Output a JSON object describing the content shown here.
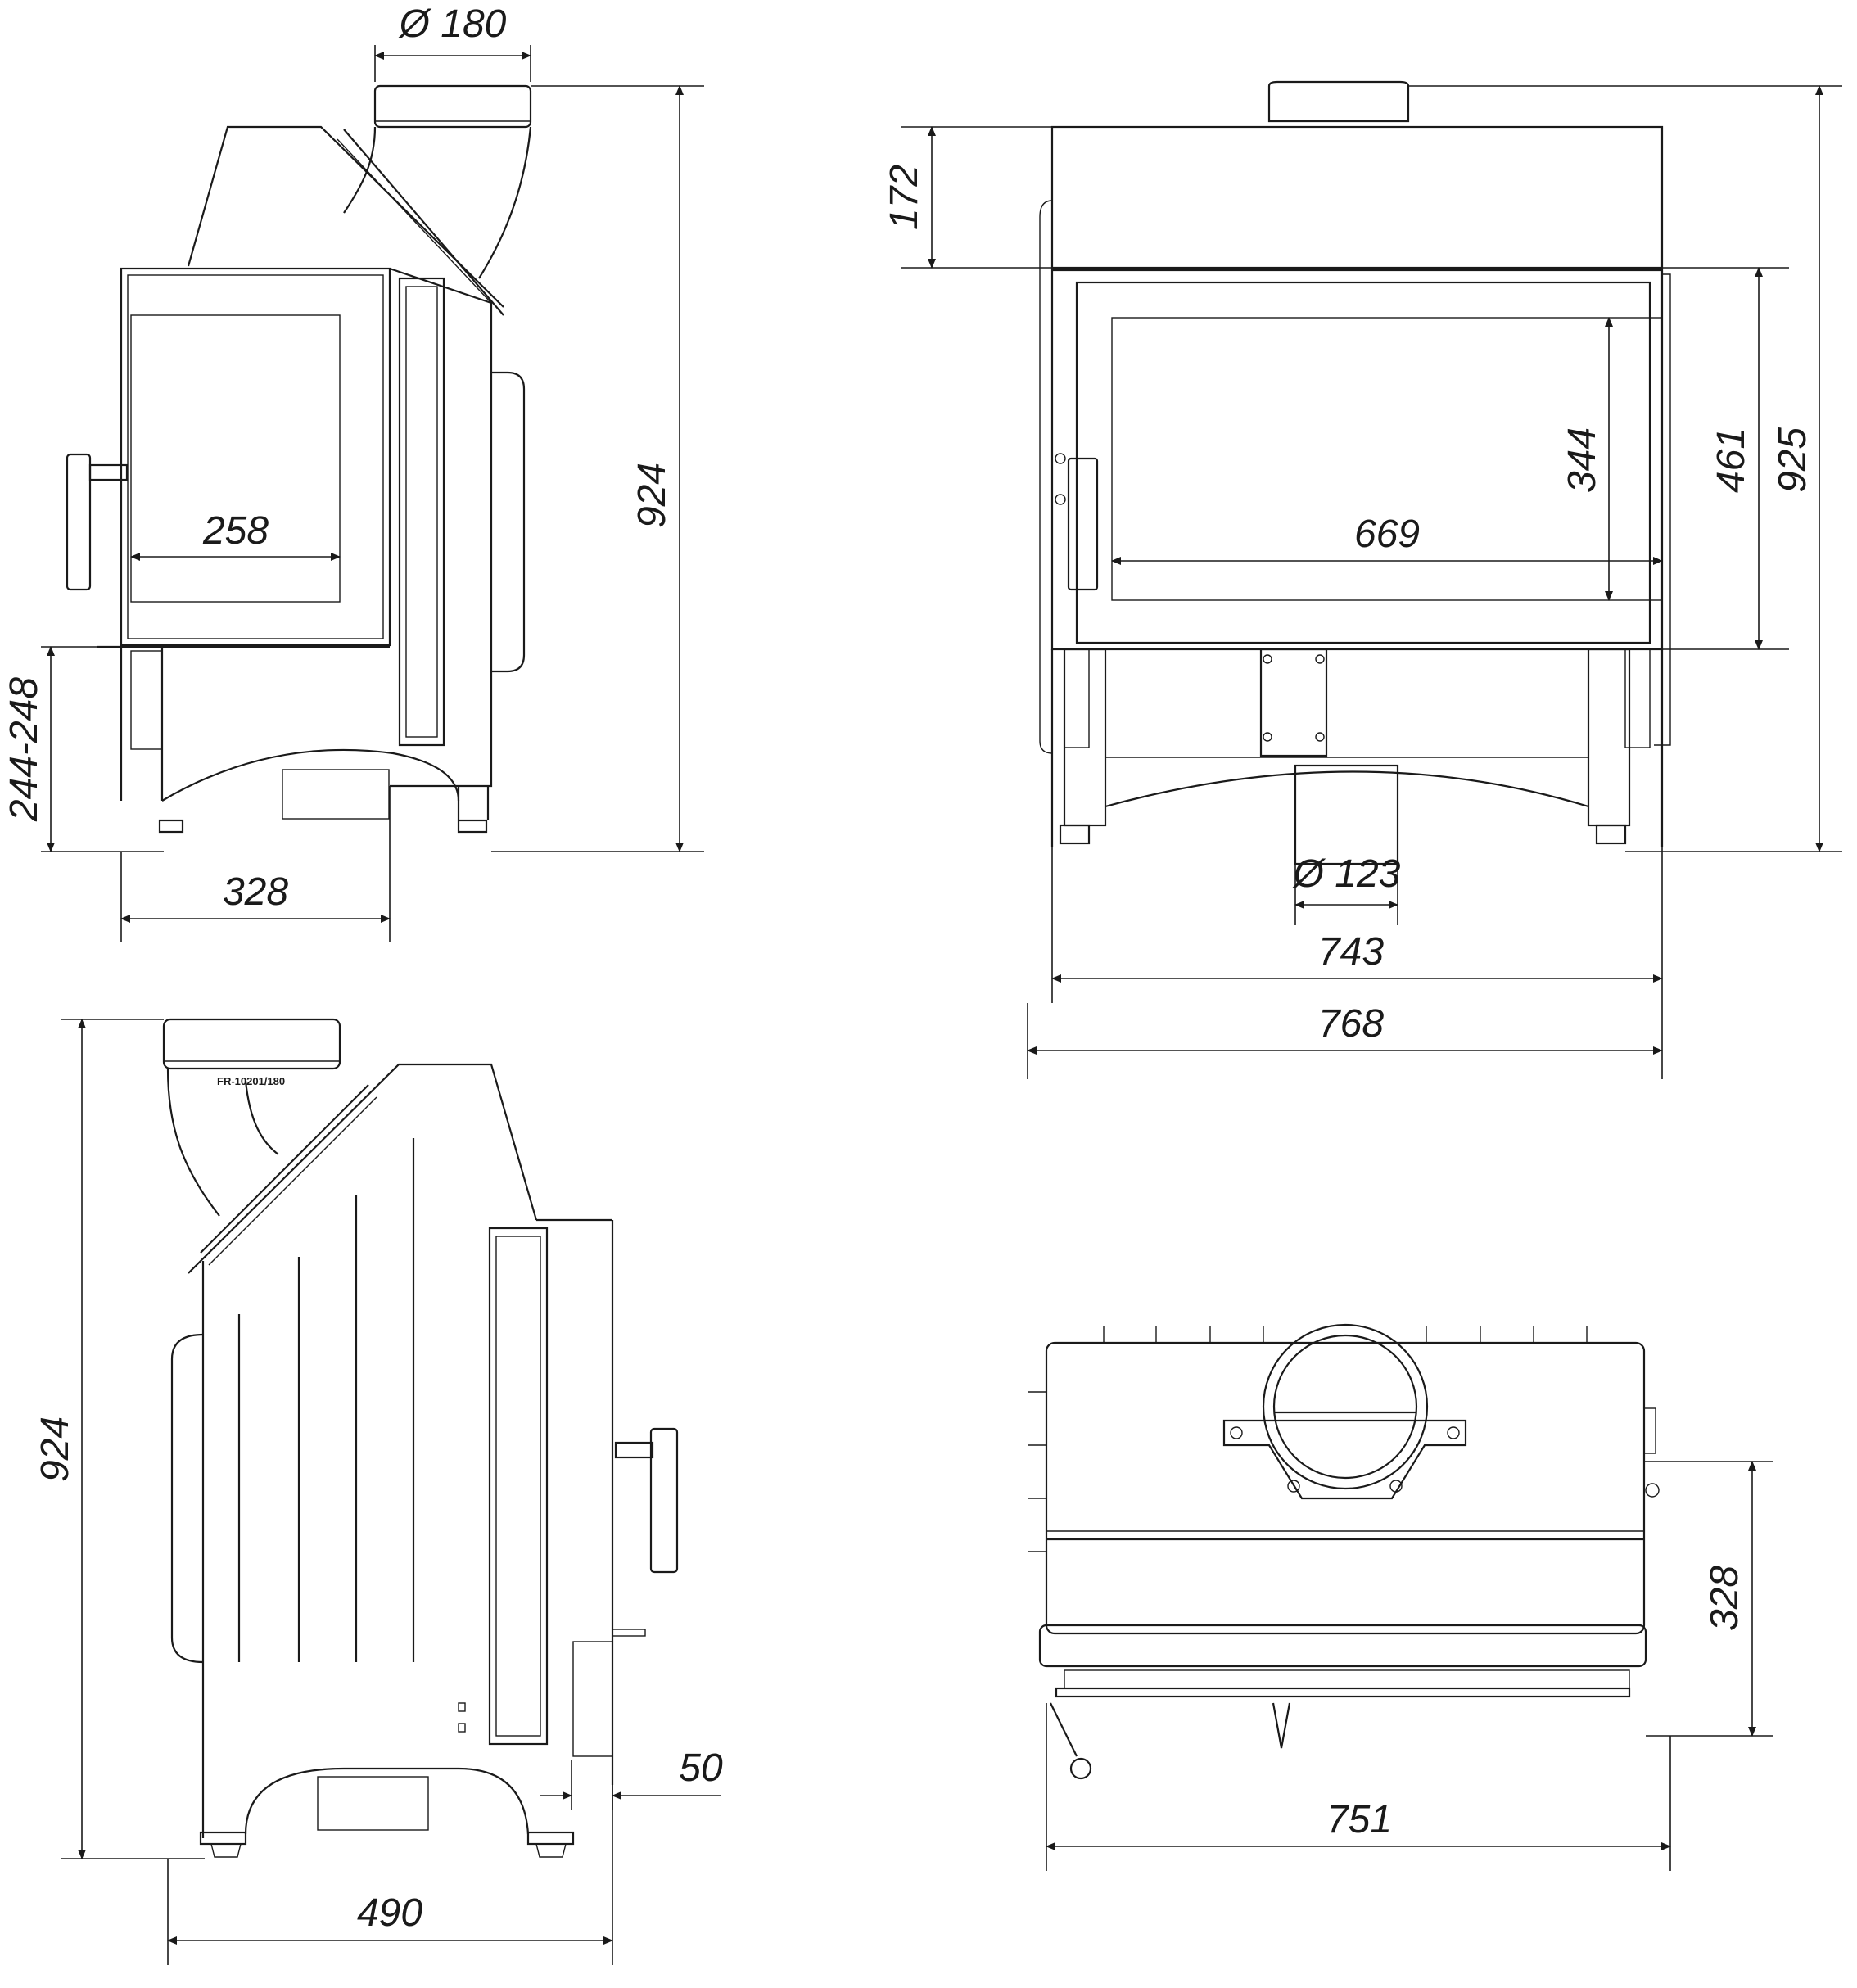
{
  "views": {
    "side_left": {
      "flue_diameter": "Ø 180",
      "total_height": "924",
      "glass_width": "258",
      "base_height": "244-248",
      "depth": "328"
    },
    "front": {
      "top_height": "172",
      "glass_height": "344",
      "door_height": "461",
      "total_height": "925",
      "glass_width": "669",
      "air_inlet_diameter": "Ø 123",
      "inner_width": "743",
      "outer_width": "768"
    },
    "side_right": {
      "total_height": "924",
      "product_code": "FR-10201/180",
      "offset": "50",
      "depth": "490"
    },
    "top": {
      "depth": "328",
      "width": "751"
    }
  }
}
